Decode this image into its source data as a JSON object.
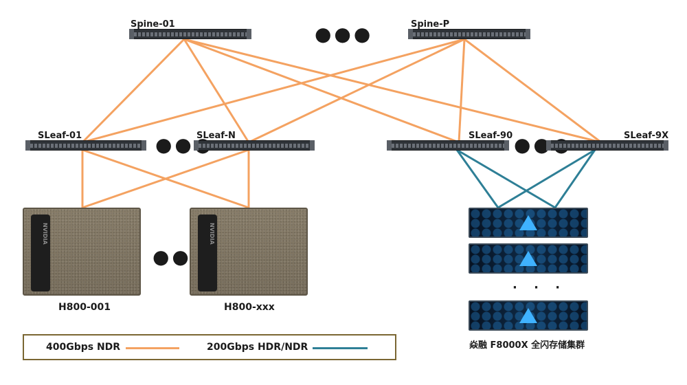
{
  "spines": [
    {
      "label": "Spine-01"
    },
    {
      "label": "Spine-P"
    }
  ],
  "leaves": [
    {
      "label": "SLeaf-01"
    },
    {
      "label": "SLeaf-N"
    },
    {
      "label": "SLeaf-90"
    },
    {
      "label": "SLeaf-9X"
    }
  ],
  "servers": [
    {
      "label": "H800-001",
      "logo": "NVIDIA"
    },
    {
      "label": "H800-xxx",
      "logo": "NVIDIA"
    }
  ],
  "storage": {
    "caption": "焱融 F8000X 全闪存储集群",
    "units": 3
  },
  "ellipsis": "●●●",
  "vertical_ellipsis": "· · ·",
  "legend": {
    "ndr": {
      "label": "400Gbps NDR",
      "color": "#f4a261"
    },
    "hdr": {
      "label": "200Gbps HDR/NDR",
      "color": "#2e7f96"
    }
  }
}
